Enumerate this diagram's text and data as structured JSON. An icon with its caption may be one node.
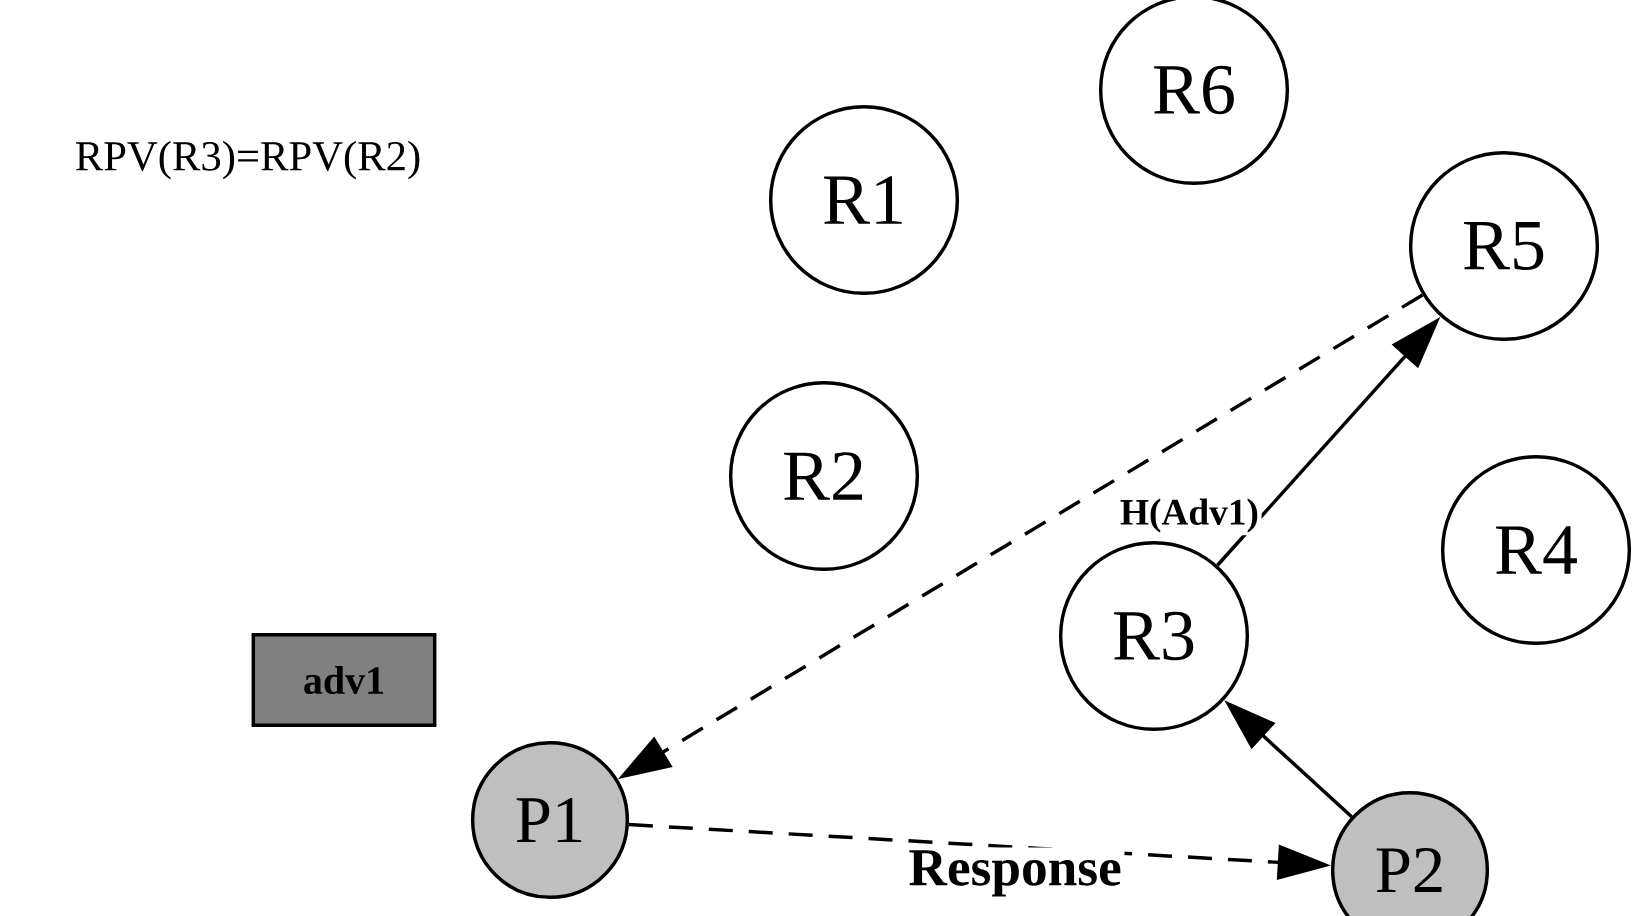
{
  "diagram": {
    "nodes": [
      {
        "text": [
          "R6"
        ]
      },
      {
        "text": [
          "R1"
        ]
      },
      {
        "text": [
          "R5"
        ]
      },
      {
        "text": [
          "R2"
        ]
      },
      {
        "text": [
          "R4"
        ]
      },
      {
        "text": [
          "R3"
        ]
      },
      {
        "text": [
          "adv1"
        ]
      },
      {
        "text": [
          "P1"
        ]
      },
      {
        "text": [
          "P2"
        ]
      }
    ],
    "edges": [
      {
        "from": 2,
        "to": 7,
        "arrow": "to",
        "style": "dashed"
      },
      {
        "from": 5,
        "to": 2,
        "arrow": "to",
        "label": "H(Adv1)"
      },
      {
        "from": 8,
        "to": 5,
        "arrow": "to"
      },
      {
        "from": 7,
        "to": 8,
        "arrow": "to",
        "style": "dashed",
        "label": "Response"
      }
    ],
    "labels": [
      "RPV(R3)=RPV(R2)"
    ]
  }
}
